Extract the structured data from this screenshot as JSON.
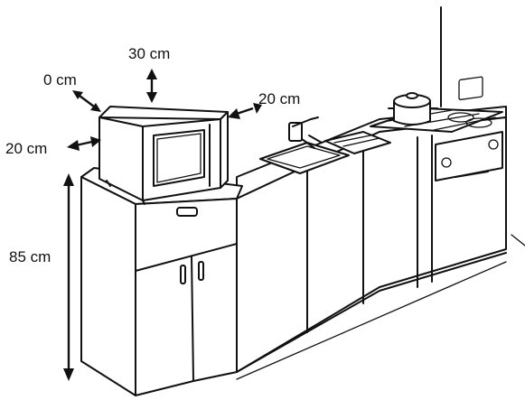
{
  "labels": {
    "top_clearance": "30 cm",
    "back_clearance": "0 cm",
    "right_clearance": "20 cm",
    "left_clearance": "20 cm",
    "floor_height": "85 cm"
  },
  "colors": {
    "line": "#111111",
    "background": "#ffffff"
  }
}
